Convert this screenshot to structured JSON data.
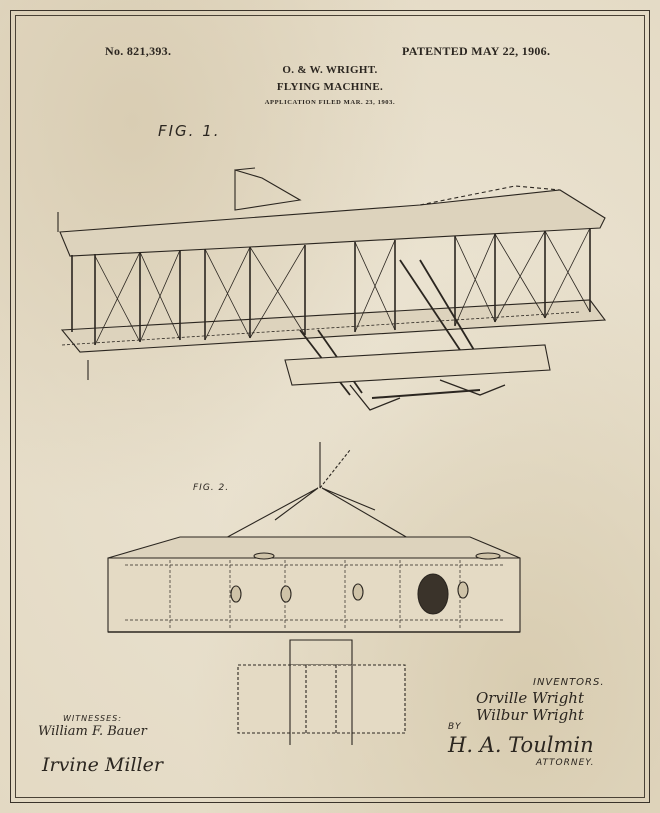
{
  "header": {
    "patent_no": "No. 821,393.",
    "patented": "PATENTED MAY 22, 1906.",
    "inventors_line": "O. & W. WRIGHT.",
    "title": "FLYING MACHINE.",
    "filed": "APPLICATION FILED MAR. 23, 1903."
  },
  "figures": {
    "fig1": "FIG. 1.",
    "fig2": "FIG. 2."
  },
  "witnesses": {
    "label": "WITNESSES:",
    "sig1": "William F. Bauer",
    "sig2": "Irvine Miller"
  },
  "inventors": {
    "label": "INVENTORS.",
    "name1": "Orville Wright",
    "name2": "Wilbur Wright",
    "by": "BY",
    "attorney_sig": "H. A. Toulmin",
    "attorney_label": "ATTORNEY."
  },
  "colors": {
    "paper": "#e7dfcd",
    "ink": "#2b2620"
  }
}
